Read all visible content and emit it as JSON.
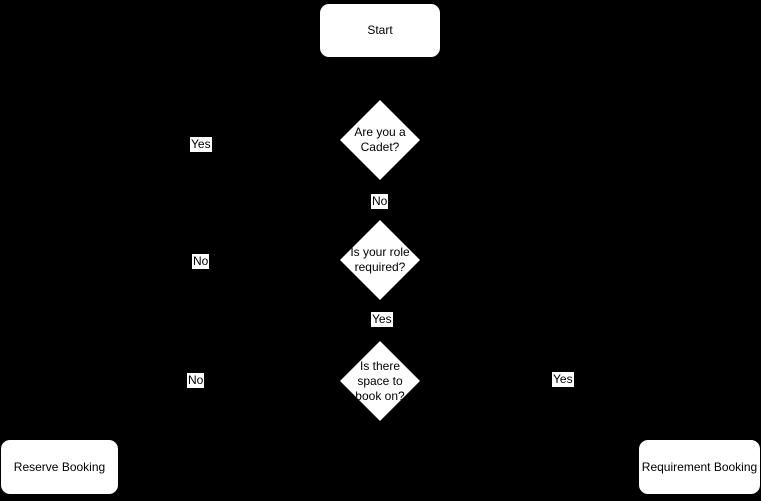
{
  "diagram": {
    "type": "flowchart",
    "background_color": "#000000",
    "node_fill_color": "#ffffff",
    "text_color": "#000000",
    "nodes": {
      "start": {
        "label": "Start",
        "shape": "rounded-rectangle"
      },
      "q_cadet": {
        "label": "Are you a Cadet?",
        "shape": "decision-diamond"
      },
      "q_role": {
        "label": "Is your role required?",
        "shape": "decision-diamond"
      },
      "q_space": {
        "label": "Is there space to book on?",
        "shape": "decision-diamond"
      },
      "reserve": {
        "label": "Reserve Booking",
        "shape": "rounded-rectangle"
      },
      "requirement": {
        "label": "Requirement Booking",
        "shape": "rounded-rectangle"
      }
    },
    "edge_labels": {
      "cadet_yes": "Yes",
      "cadet_no": "No",
      "role_no": "No",
      "role_yes": "Yes",
      "space_no": "No",
      "space_yes": "Yes"
    }
  }
}
